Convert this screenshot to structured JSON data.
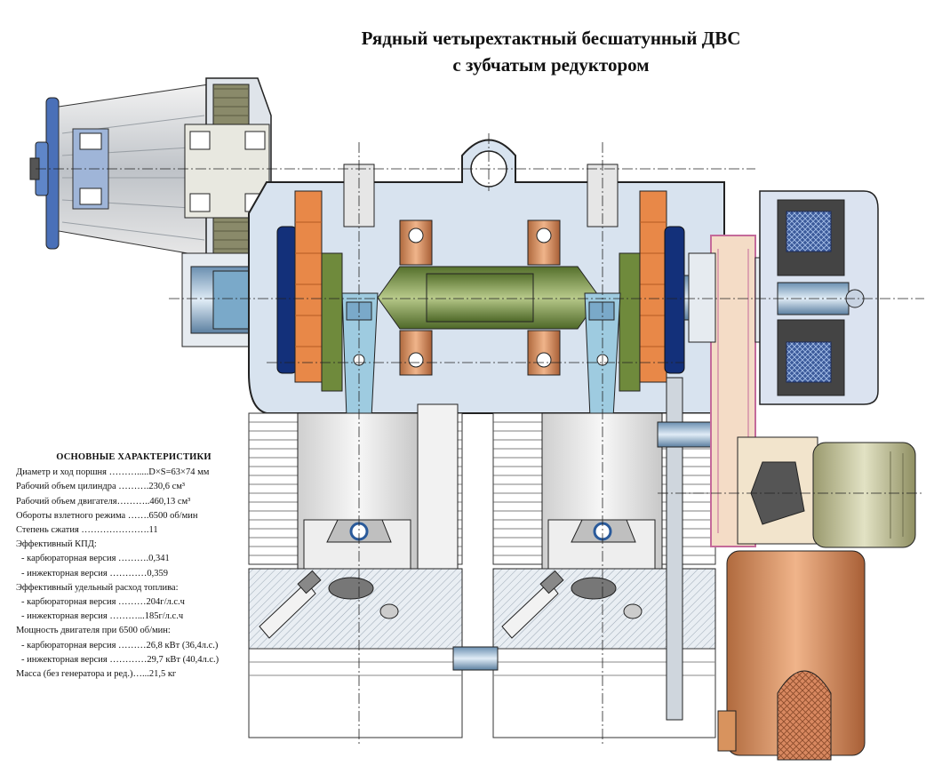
{
  "title": {
    "line1": "Рядный четырехтактный бесшатунный ДВС",
    "line2": "с зубчатым редуктором"
  },
  "specs": {
    "heading": "ОСНОВНЫЕ ХАРАКТЕРИСТИКИ",
    "rows": [
      "Диаметр и ход поршня ……….....D×S=63×74 мм",
      "Рабочий объем цилиндра ……….230,6 см³",
      "Рабочий объем двигателя………..460,13 см³",
      "Обороты взлетного режима …….6500 об/мин",
      "Степень сжатия ………………….11",
      "Эффективный КПД:",
      "  - карбюраторная версия ……….0,341",
      "  - инжекторная версия …………0,359",
      "Эффективный удельный расход топлива:",
      "  - карбюраторная версия ………204г/л.с.ч",
      "  - инжекторная версия ………...185г/л.с.ч",
      "Мощность двигателя при 6500 об/мин:",
      "  - карбюраторная версия ………26,8 кВт (36,4л.с.)",
      "  - инжекторная версия …………29,7 кВт (40,4л.с.)",
      "Масса (без генератора и ред.)…...21,5 кг"
    ]
  },
  "colors": {
    "housing_fill": "#d4e0ee",
    "crank_green": "#6f8a3c",
    "counterweight_orange": "#e88848",
    "flywheel_blue": "#13307a",
    "rod_blue": "#9ecbe0",
    "bronze": "#d89a6a",
    "outline": "#222222"
  }
}
